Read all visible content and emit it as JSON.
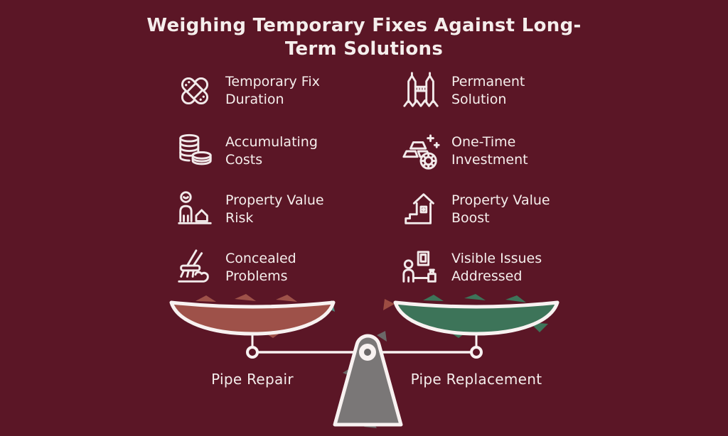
{
  "header": {
    "title_lines": [
      "Weighing Temporary Fixes Against Long-",
      "Term Solutions"
    ]
  },
  "comparison": {
    "left": [
      {
        "icon": "crossed-bandages-icon",
        "label": "Temporary Fix Duration"
      },
      {
        "icon": "coin-stacks-icon",
        "label": "Accumulating Costs"
      },
      {
        "icon": "person-with-house-icon",
        "label": "Property Value Risk"
      },
      {
        "icon": "broom-under-rug-icon",
        "label": "Concealed Problems"
      }
    ],
    "right": [
      {
        "icon": "tower-bridge-icon",
        "label": "Permanent Solution"
      },
      {
        "icon": "gold-bars-coin-icon",
        "label": "One-Time Investment"
      },
      {
        "icon": "house-on-steps-icon",
        "label": "Property Value Boost"
      },
      {
        "icon": "person-viewing-exhibit-icon",
        "label": "Visible Issues Addressed"
      }
    ]
  },
  "scale": {
    "left_pan_label": "Pipe Repair",
    "right_pan_label": "Pipe Replacement",
    "left_pan_color": "#9e5149",
    "right_pan_color": "#3d7459",
    "pedestal_color": "#7a7777",
    "outline_color": "#f8f2f1"
  },
  "colors": {
    "background": "#5b1626",
    "text": "#f5eeec",
    "line_art": "#f2eaea"
  }
}
